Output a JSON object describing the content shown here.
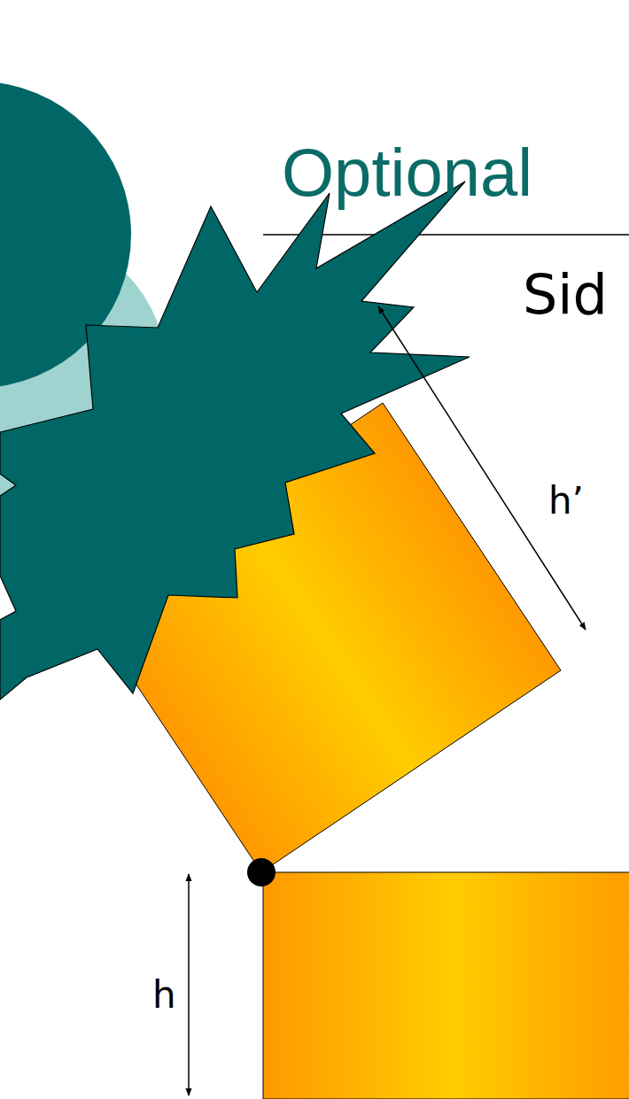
{
  "diagram": {
    "title": "Optional",
    "labels": [
      "Sid",
      "h’",
      "h"
    ]
  }
}
